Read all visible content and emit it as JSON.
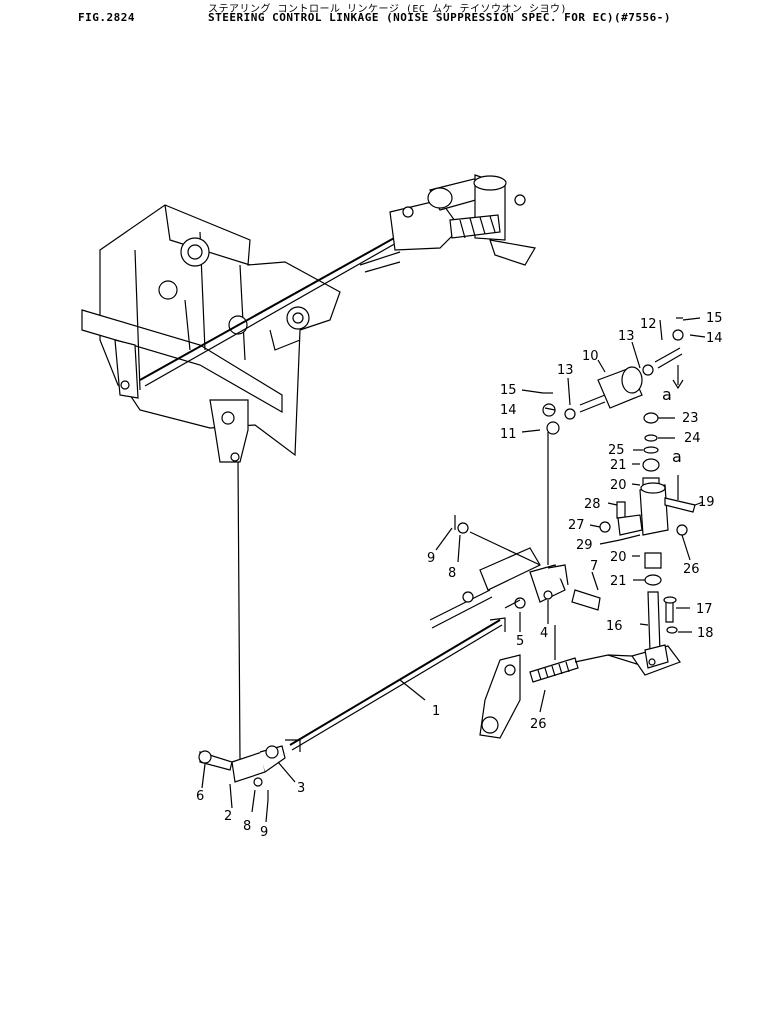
{
  "header": {
    "fig_id": "FIG.2824",
    "subtitle_jp": "ステアリング コントロール リンケージ (EC ムケ テイソウオン シヨウ)",
    "title": "STEERING CONTROL LINKAGE (NOISE SUPPRESSION SPEC. FOR EC)(#7556-)"
  },
  "callouts": [
    {
      "id": "c1",
      "label": "1"
    },
    {
      "id": "c2",
      "label": "2"
    },
    {
      "id": "c3",
      "label": "3"
    },
    {
      "id": "c4",
      "label": "4"
    },
    {
      "id": "c5",
      "label": "5"
    },
    {
      "id": "c6",
      "label": "6"
    },
    {
      "id": "c7",
      "label": "7"
    },
    {
      "id": "c8a",
      "label": "8"
    },
    {
      "id": "c8b",
      "label": "8"
    },
    {
      "id": "c9a",
      "label": "9"
    },
    {
      "id": "c9b",
      "label": "9"
    },
    {
      "id": "c10",
      "label": "10"
    },
    {
      "id": "c11",
      "label": "11"
    },
    {
      "id": "c12",
      "label": "12"
    },
    {
      "id": "c13a",
      "label": "13"
    },
    {
      "id": "c13b",
      "label": "13"
    },
    {
      "id": "c14a",
      "label": "14"
    },
    {
      "id": "c14b",
      "label": "14"
    },
    {
      "id": "c15a",
      "label": "15"
    },
    {
      "id": "c15b",
      "label": "15"
    },
    {
      "id": "c16",
      "label": "16"
    },
    {
      "id": "c17",
      "label": "17"
    },
    {
      "id": "c18",
      "label": "18"
    },
    {
      "id": "c19",
      "label": "19"
    },
    {
      "id": "c20a",
      "label": "20"
    },
    {
      "id": "c20b",
      "label": "20"
    },
    {
      "id": "c21a",
      "label": "21"
    },
    {
      "id": "c21b",
      "label": "21"
    },
    {
      "id": "c23",
      "label": "23"
    },
    {
      "id": "c24",
      "label": "24"
    },
    {
      "id": "c25",
      "label": "25"
    },
    {
      "id": "c26a",
      "label": "26"
    },
    {
      "id": "c26b",
      "label": "26"
    },
    {
      "id": "c27",
      "label": "27"
    },
    {
      "id": "c28",
      "label": "28"
    },
    {
      "id": "c29",
      "label": "29"
    }
  ],
  "ref_marks": [
    {
      "id": "a1",
      "label": "a"
    },
    {
      "id": "a2",
      "label": "a"
    }
  ]
}
